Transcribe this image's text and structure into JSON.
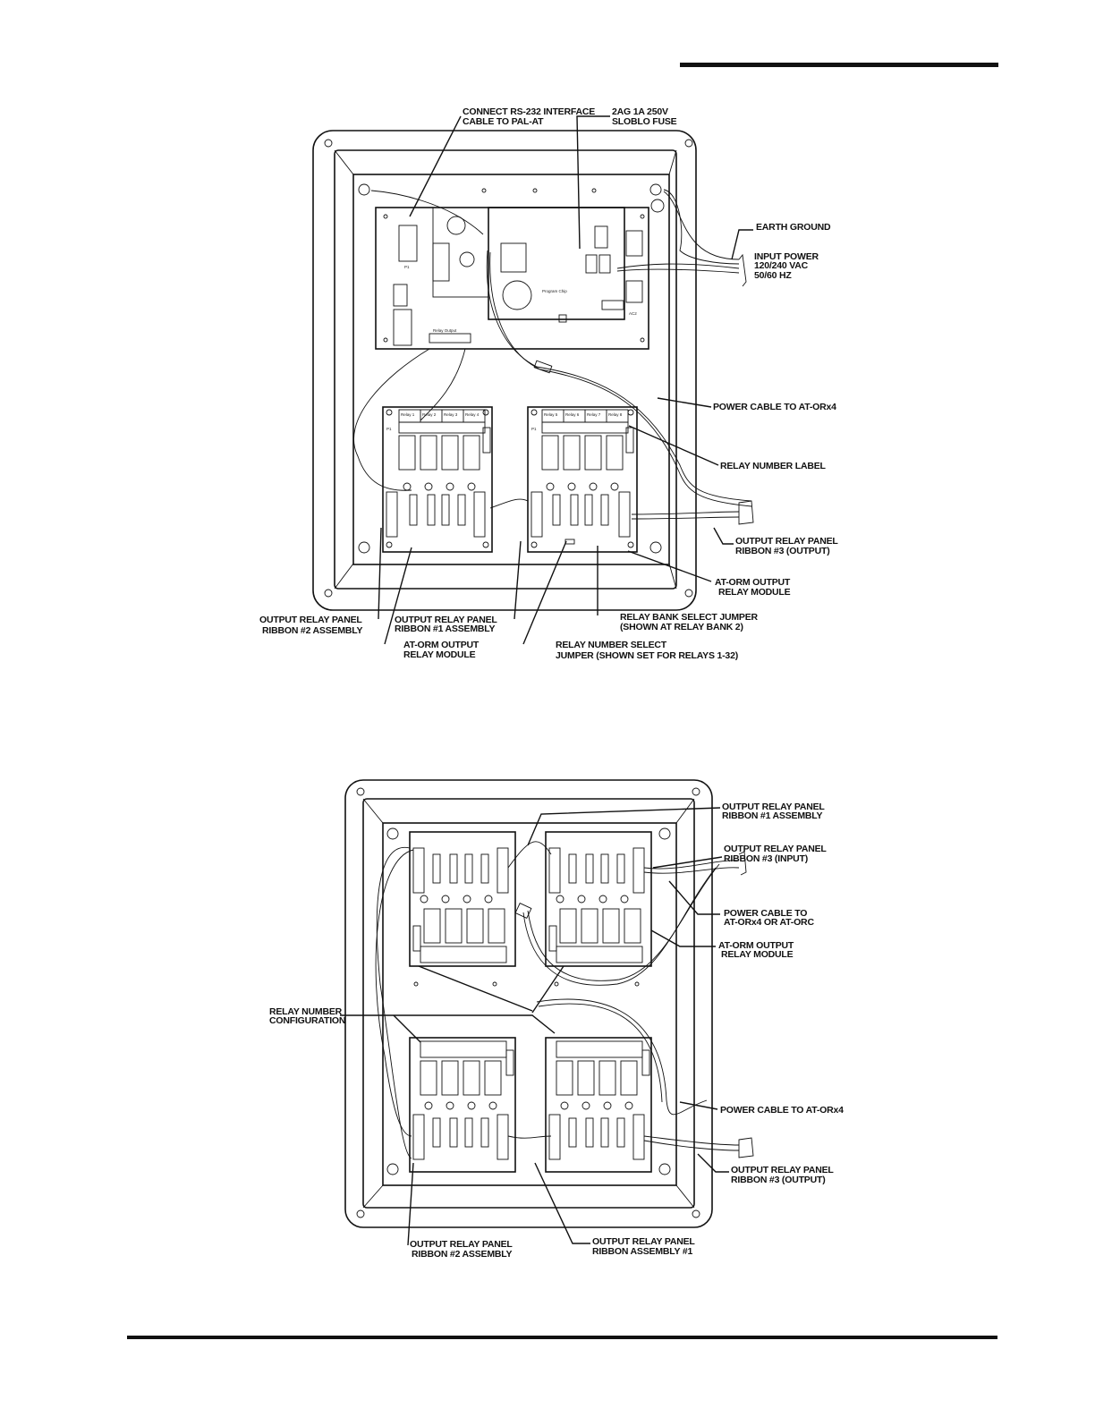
{
  "labels": {
    "top": {
      "rs232": [
        "CONNECT RS-232 INTERFACE",
        "CABLE TO PAL-AT"
      ],
      "fuse": [
        "2AG 1A 250V",
        "SLOBLO FUSE"
      ],
      "earth": "EARTH GROUND",
      "input_power": [
        "INPUT POWER",
        "120/240 VAC",
        "50/60 HZ"
      ],
      "power_cable": "POWER CABLE TO AT-ORx4",
      "relay_label": "RELAY NUMBER LABEL",
      "ribbon3": [
        "OUTPUT RELAY PANEL",
        "RIBBON #3 (OUTPUT)"
      ],
      "atorm_right": [
        "AT-ORM OUTPUT",
        "RELAY MODULE"
      ],
      "ribbon2": [
        "OUTPUT RELAY PANEL",
        "RIBBON #2 ASSEMBLY"
      ],
      "ribbon1": [
        "OUTPUT RELAY PANEL",
        "RIBBON #1 ASSEMBLY"
      ],
      "bank_jumper": [
        "RELAY BANK SELECT JUMPER",
        "(SHOWN AT RELAY BANK 2)"
      ],
      "atorm_left": [
        "AT-ORM OUTPUT",
        "RELAY MODULE"
      ],
      "relay_jumper": [
        "RELAY NUMBER SELECT",
        "JUMPER (SHOWN SET FOR RELAYS 1-32)"
      ]
    },
    "bottom": {
      "ribbon1": [
        "OUTPUT RELAY PANEL",
        "RIBBON #1 ASSEMBLY"
      ],
      "ribbon3_in": [
        "OUTPUT RELAY PANEL",
        "RIBBON #3 (INPUT)"
      ],
      "power_orc": [
        "POWER CABLE TO",
        "AT-ORx4 OR AT-ORC"
      ],
      "atorm": [
        "AT-ORM OUTPUT",
        "RELAY MODULE"
      ],
      "relay_config": [
        "RELAY NUMBER",
        "CONFIGURATION"
      ],
      "power_cable": "POWER CABLE TO AT-ORx4",
      "ribbon3_out": [
        "OUTPUT RELAY PANEL",
        "RIBBON #3 (OUTPUT)"
      ],
      "ribbon2": [
        "OUTPUT RELAY PANEL",
        "RIBBON #2 ASSEMBLY"
      ],
      "ribbon_asm1": [
        "OUTPUT RELAY PANEL",
        "RIBBON ASSEMBLY #1"
      ]
    }
  },
  "board_text": {
    "relays_a": [
      "Relay 1",
      "Relay 2",
      "Relay 3",
      "Relay 4"
    ],
    "relays_b": [
      "Relay 5",
      "Relay 6",
      "Relay 7",
      "Relay 8"
    ],
    "p1": "P1",
    "program_chip": "Program Chip",
    "relay_output": "Relay Output"
  }
}
